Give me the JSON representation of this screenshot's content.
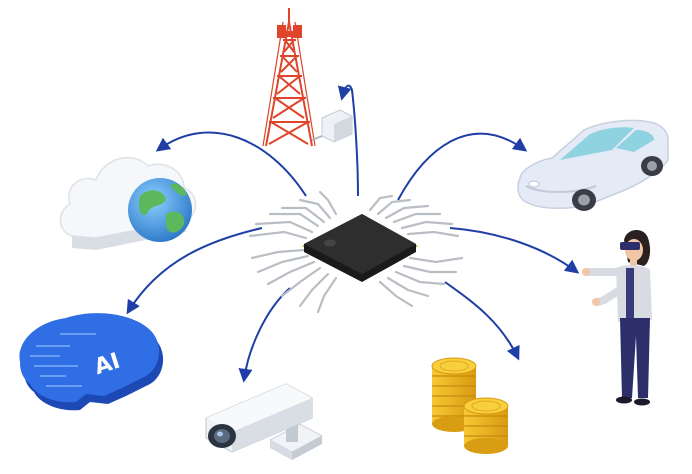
{
  "hub": {
    "name": "microchip",
    "color": "#2b2b2b",
    "pin_color": "#c9a227",
    "trace_color": "#b9bec4"
  },
  "arrow_color": "#1f3fa6",
  "devices": [
    {
      "id": "cell-tower",
      "icon": "cell-tower-icon",
      "color": "#e0442b"
    },
    {
      "id": "cloud-earth",
      "icon": "cloud-globe-icon",
      "color": "#3a8fd6"
    },
    {
      "id": "car",
      "icon": "car-icon",
      "color": "#dfe6f5"
    },
    {
      "id": "ai-head",
      "icon": "ai-head-icon",
      "color": "#2a63d8",
      "label": "AI"
    },
    {
      "id": "security-camera",
      "icon": "security-camera-icon",
      "color": "#e8ecf2"
    },
    {
      "id": "coins",
      "icon": "coins-icon",
      "color": "#f2b71f"
    },
    {
      "id": "vr-person",
      "icon": "vr-user-icon",
      "color": "#2d2f6b"
    }
  ]
}
